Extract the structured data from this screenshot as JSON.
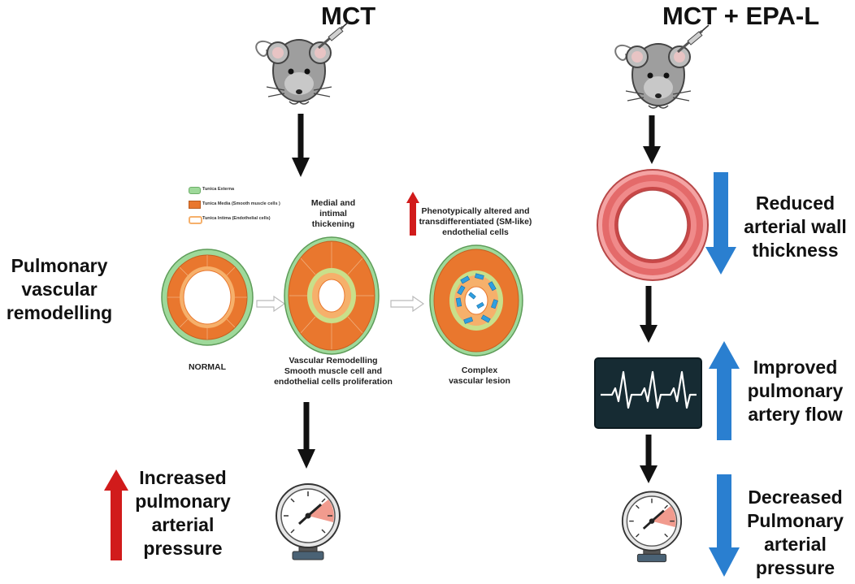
{
  "left_panel": {
    "title": "MCT",
    "side_label": [
      "Pulmonary",
      "vascular",
      "remodelling"
    ],
    "legend": {
      "items": [
        {
          "label": "Tunica Externa",
          "icon": "tunica-externa-swatch",
          "color": "#9ed99a"
        },
        {
          "label": "Tunica Media (Smooth muscle cells )",
          "icon": "tunica-media-swatch",
          "color": "#e9772e"
        },
        {
          "label": "Tunica Intima (Endothelial cells)",
          "icon": "tunica-intima-swatch",
          "color": "#f6b06b"
        }
      ]
    },
    "stages": {
      "normal_label": "NORMAL",
      "thickening_label": [
        "Medial and",
        "intimal",
        "thickening"
      ],
      "remodelling_label": [
        "Vascular Remodelling",
        "Smooth muscle cell and",
        "endothelial cells proliferation"
      ],
      "altered_label": [
        "Phenotypically altered and",
        "transdifferentiated (SM-like)",
        "endothelial cells"
      ],
      "lesion_label": [
        "Complex",
        "vascular lesion"
      ]
    },
    "outcome_label": [
      "Increased",
      "pulmonary",
      "arterial",
      "pressure"
    ]
  },
  "right_panel": {
    "title": "MCT + EPA-L",
    "wall_label": [
      "Reduced",
      "arterial wall",
      "thickness"
    ],
    "flow_label": [
      "Improved",
      "pulmonary",
      "artery flow"
    ],
    "pressure_label": [
      "Decreased",
      "Pulmonary",
      "arterial",
      "pressure"
    ]
  },
  "colors": {
    "up_arrow": "#d11b1b",
    "down_arrow": "#2a7fd0",
    "flow_arrow": "#2a7fd0",
    "arrow": "#111111",
    "externa": "#9ed99a",
    "media": "#e9772e",
    "intima": "#f6b06b",
    "lesion_cells": "#2f9fe0",
    "artery_wall": "#e46a6a",
    "monitor": "#162b33"
  },
  "icons": [
    "mouse-syringe-icon",
    "pressure-gauge-icon",
    "heart-monitor-icon",
    "artery-ring-icon"
  ]
}
